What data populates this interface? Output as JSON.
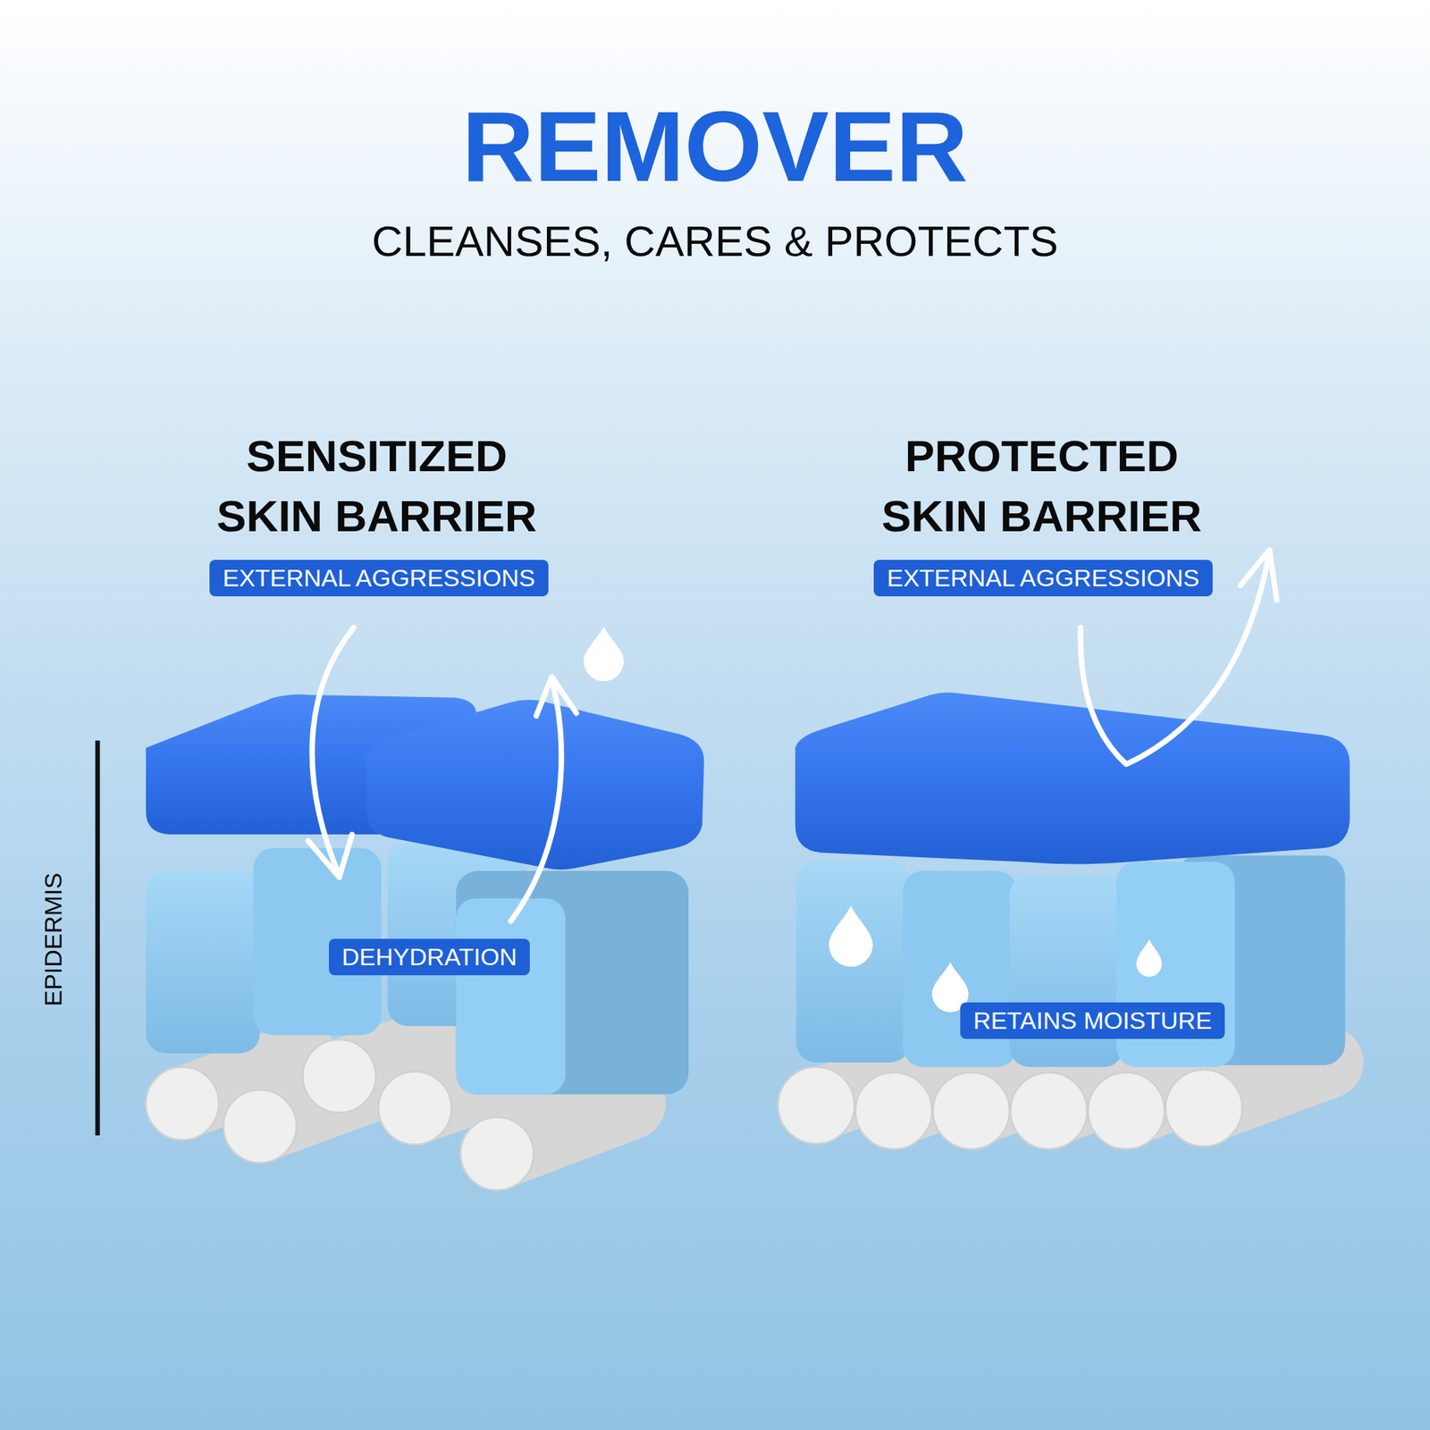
{
  "diagram": {
    "title": "REMOVER",
    "nodes": [
      {
        "text": [
          "EXTERNAL AGGRESSIONS"
        ]
      },
      {
        "text": [
          "EXTERNAL AGGRESSIONS"
        ]
      },
      {
        "text": [
          "DEHYDRATION"
        ]
      },
      {
        "text": [
          "RETAINS MOISTURE"
        ]
      }
    ],
    "labels": [
      "CLEANSES, CARES & PROTECTS",
      "SENSITIZED SKIN BARRIER",
      "PROTECTED SKIN BARRIER",
      "EPIDERMIS"
    ]
  }
}
